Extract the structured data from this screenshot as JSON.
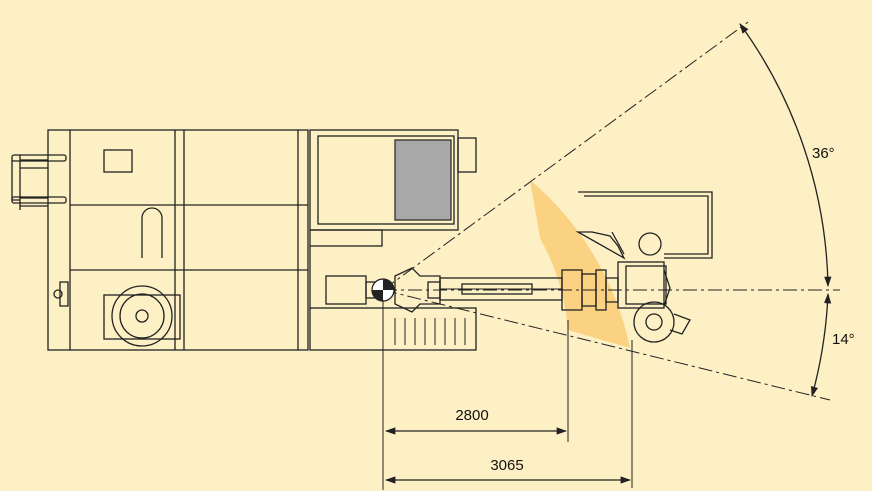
{
  "colors": {
    "background": "#fdf0c4",
    "sector_fill": "#fad282",
    "line": "#222222",
    "screen_fill": "#a8a8a8"
  },
  "dimensions": [
    {
      "label": "2800"
    },
    {
      "label": "3065"
    }
  ],
  "angles": [
    {
      "label": "36°"
    },
    {
      "label": "14°"
    }
  ],
  "icons": [
    "center-of-gravity-icon"
  ]
}
